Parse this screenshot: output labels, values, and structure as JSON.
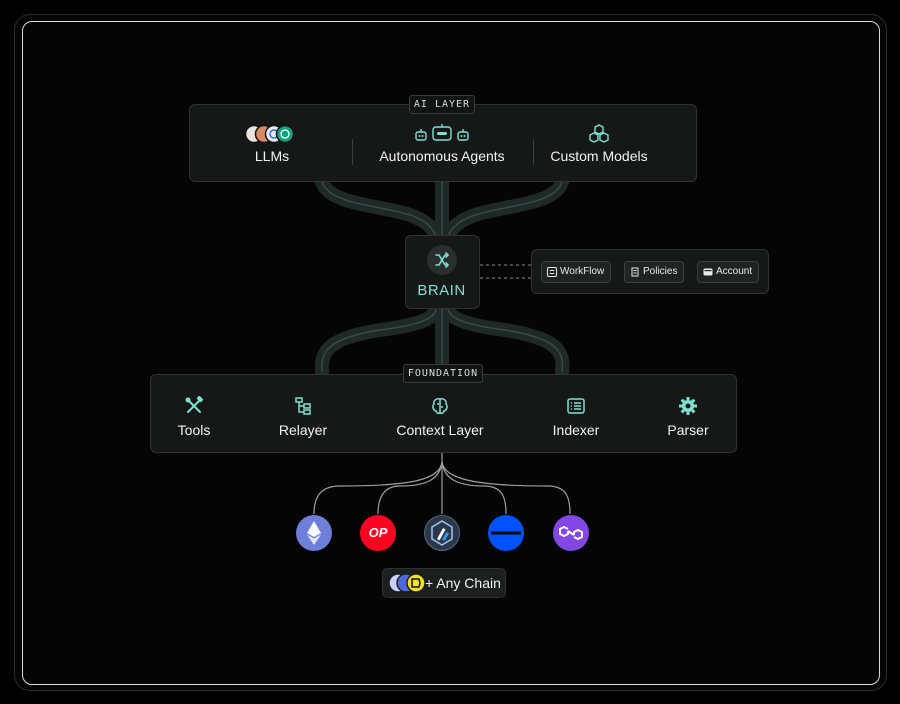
{
  "ai_layer": {
    "tag": "AI LAYER",
    "items": [
      {
        "label": "LLMs",
        "icon": "llm-logos-icon"
      },
      {
        "label": "Autonomous Agents",
        "icon": "robot-icon"
      },
      {
        "label": "Custom Models",
        "icon": "cubes-icon"
      }
    ]
  },
  "brain": {
    "label": "BRAIN",
    "icon": "shuffle-icon",
    "modules": [
      {
        "label": "WorkFlow",
        "icon": "workflow-icon"
      },
      {
        "label": "Policies",
        "icon": "scroll-icon"
      },
      {
        "label": "Account",
        "icon": "wallet-icon"
      }
    ]
  },
  "foundation": {
    "tag": "FOUNDATION",
    "items": [
      {
        "label": "Tools",
        "icon": "tools-icon"
      },
      {
        "label": "Relayer",
        "icon": "hierarchy-icon"
      },
      {
        "label": "Context Layer",
        "icon": "brain-icon"
      },
      {
        "label": "Indexer",
        "icon": "list-icon"
      },
      {
        "label": "Parser",
        "icon": "gear-icon"
      }
    ]
  },
  "chains": {
    "items": [
      {
        "name": "Ethereum",
        "icon": "ethereum-icon",
        "color": "#6f7fd9"
      },
      {
        "name": "Optimism",
        "icon": "optimism-icon",
        "color": "#ff0420",
        "text": "OP"
      },
      {
        "name": "Arbitrum",
        "icon": "arbitrum-icon",
        "color": "#2d374b"
      },
      {
        "name": "Base",
        "icon": "base-icon",
        "color": "#0052ff"
      },
      {
        "name": "Polygon",
        "icon": "polygon-icon",
        "color": "#8247e5"
      }
    ],
    "any_chain_label": "+ Any Chain"
  },
  "colors": {
    "accent": "#7ee0d2",
    "background": "#050505",
    "box": "#161818",
    "wire": "#2c3a37"
  }
}
